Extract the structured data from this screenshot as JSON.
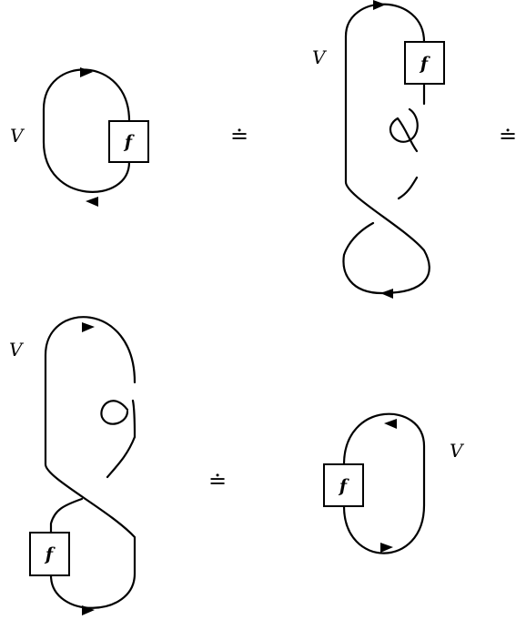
{
  "diagrams": [
    {
      "id": "plain-loop-top",
      "label_V": "V",
      "box_label": "f"
    },
    {
      "id": "twisted-loop-top",
      "label_V": "V",
      "box_label": "f"
    },
    {
      "id": "twisted-loop-bottom",
      "label_V": "V",
      "box_label": "f"
    },
    {
      "id": "plain-loop-bottom",
      "label_V": "V",
      "box_label": "f"
    }
  ],
  "relations": {
    "symbol": "≐"
  }
}
